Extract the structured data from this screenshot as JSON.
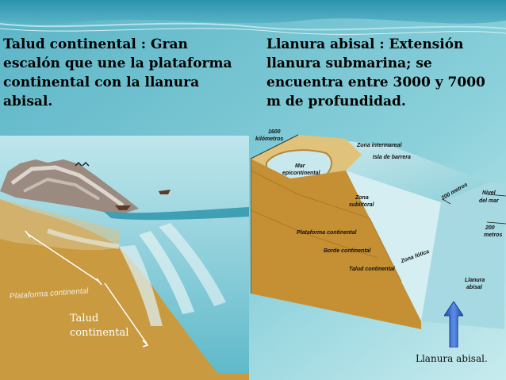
{
  "slide": {
    "left_text": {
      "lines": [
        "Talud continental : Gran",
        "escalón que une la plataforma",
        "continental con la llanura",
        "abisal."
      ]
    },
    "right_text": {
      "lines": [
        "Llanura abisal : Extensión",
        "llanura submarina; se",
        "encuentra entre 3000 y 7000",
        "m de profundidad."
      ]
    },
    "left_diagram": {
      "plataforma_label": "Plataforma continental",
      "talud_label_1": "Talud",
      "talud_label_2": "continental"
    },
    "right_diagram": {
      "scale_1": "1600",
      "scale_2": "kilómetros",
      "zona_intermareal": "Zona intermareal",
      "isla_barrera": "Isla de barrera",
      "mar_1": "Mar",
      "mar_2": "epicontinental",
      "metros_200": "200 metros",
      "zona_sublitoral_1": "Zona",
      "zona_sublitoral_2": "sublitoral",
      "nivel_1": "Nivel",
      "nivel_2": "del mar",
      "plataforma": "Plataforma continental",
      "borde": "Borde continental",
      "zona_fotica": "Zona fótica",
      "talud": "Talud continental",
      "llanura_1": "Llanura",
      "llanura_2": "abisal",
      "cm_200_1": "200",
      "cm_200_2": "metros"
    },
    "arrow_caption": "Llanura abisal.",
    "colors": {
      "background": "#5fb6c8",
      "water": "#8fcfd8",
      "ground": "#c89a3c",
      "arrow": "#2a5fc0"
    }
  }
}
